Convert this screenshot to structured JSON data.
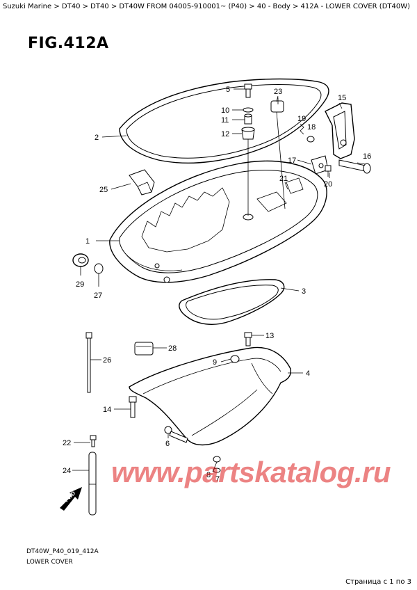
{
  "breadcrumb": "Suzuki Marine > DT40 > DT40 > DT40W FROM 04005-910001~ (P40) > 40 - Body > 412A - LOWER COVER (DT40W)",
  "figure_title": "FIG.412A",
  "callouts": [
    "1",
    "2",
    "3",
    "4",
    "5",
    "6",
    "7",
    "8",
    "9",
    "10",
    "11",
    "12",
    "13",
    "14",
    "15",
    "16",
    "17",
    "18",
    "19",
    "20",
    "21",
    "22",
    "23",
    "24",
    "25",
    "26",
    "27",
    "28",
    "29"
  ],
  "fwd_label": "FWD",
  "watermark": "www.partskatalog.ru",
  "ref_code": "DT40W_P40_019_412A",
  "caption": "LOWER COVER",
  "pager": "Страница с 1 по 3"
}
